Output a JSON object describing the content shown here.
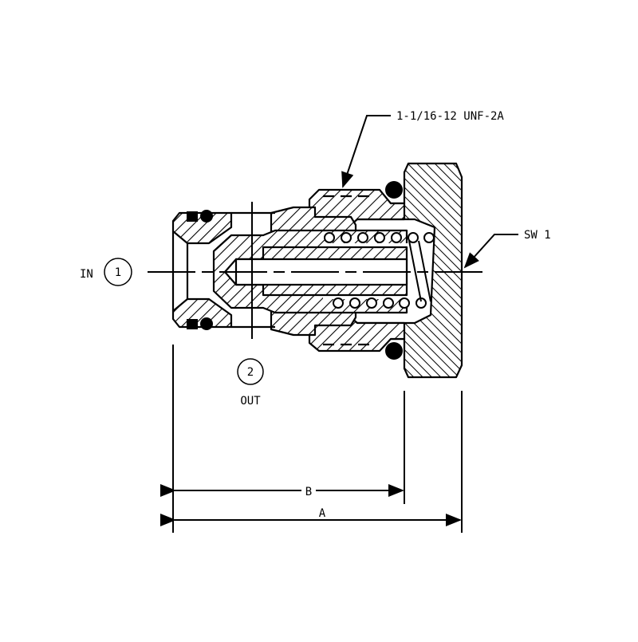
{
  "labels": {
    "inlet": "IN",
    "inlet_port": "1",
    "outlet": "OUT",
    "outlet_port": "2",
    "thread_spec": "1-1/16-12 UNF-2A",
    "wrench": "SW 1",
    "dim_b": "B",
    "dim_a": "A"
  },
  "colors": {
    "line": "#000000",
    "background": "#ffffff"
  }
}
